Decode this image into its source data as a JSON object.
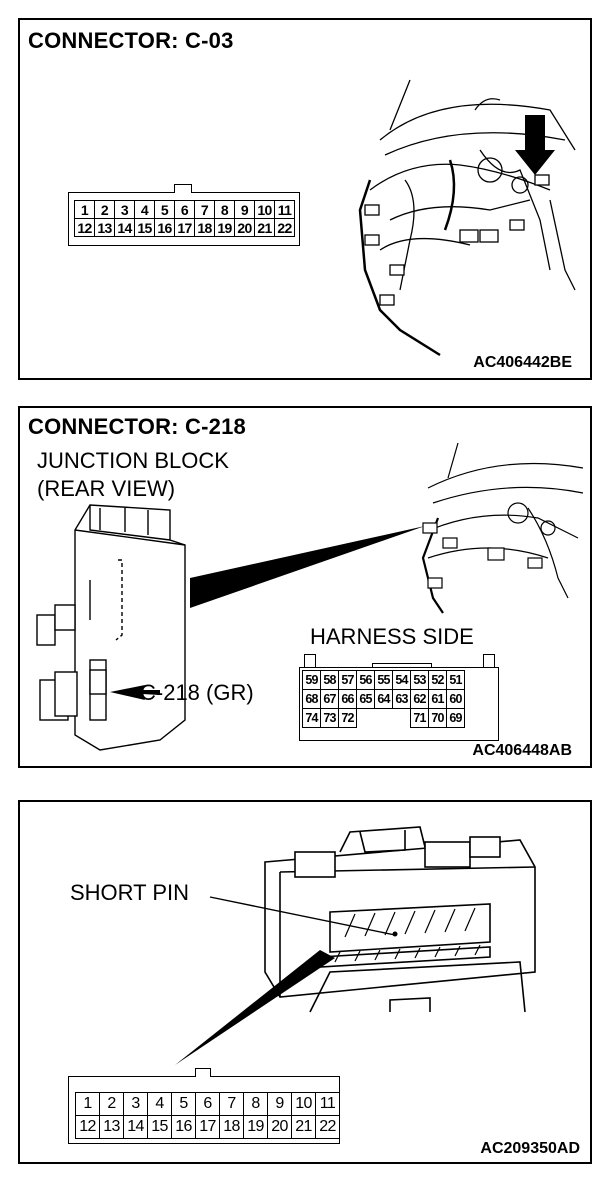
{
  "panel1": {
    "title": "CONNECTOR: C-03",
    "code": "AC406442BE",
    "pins_row1": [
      "1",
      "2",
      "3",
      "4",
      "5",
      "6",
      "7",
      "8",
      "9",
      "10",
      "11"
    ],
    "pins_row2": [
      "12",
      "13",
      "14",
      "15",
      "16",
      "17",
      "18",
      "19",
      "20",
      "21",
      "22"
    ]
  },
  "panel2": {
    "title": "CONNECTOR: C-218",
    "jb_line1": "JUNCTION BLOCK",
    "jb_line2": "(REAR VIEW)",
    "pointer_label": "C-218 (GR)",
    "harness_label": "HARNESS SIDE",
    "code": "AC406448AB",
    "pins_row1": [
      "59",
      "58",
      "57",
      "56",
      "55",
      "54",
      "53",
      "52",
      "51"
    ],
    "pins_row2": [
      "68",
      "67",
      "66",
      "65",
      "64",
      "63",
      "62",
      "61",
      "60"
    ],
    "pins_row3_left": [
      "74",
      "73",
      "72"
    ],
    "pins_row3_right": [
      "71",
      "70",
      "69"
    ]
  },
  "panel3": {
    "short_pin_label": "SHORT PIN",
    "code": "AC209350AD",
    "pins_row1": [
      "1",
      "2",
      "3",
      "4",
      "5",
      "6",
      "7",
      "8",
      "9",
      "10",
      "11"
    ],
    "pins_row2": [
      "12",
      "13",
      "14",
      "15",
      "16",
      "17",
      "18",
      "19",
      "20",
      "21",
      "22"
    ]
  }
}
